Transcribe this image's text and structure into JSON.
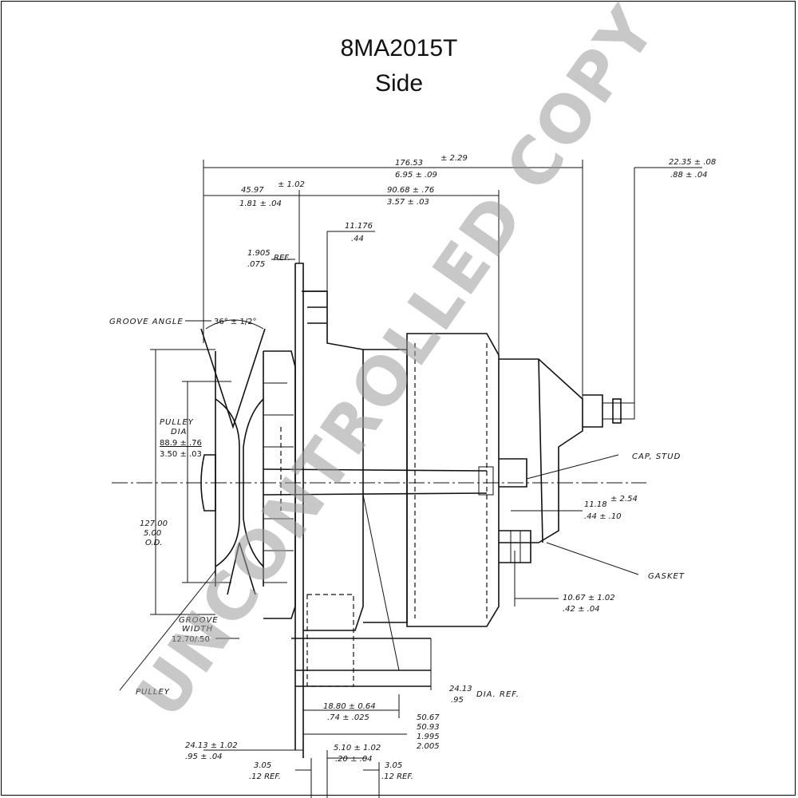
{
  "header": {
    "title": "8MA2015T",
    "subtitle": "Side"
  },
  "watermark": {
    "text": "UNCONTROLLED COPY",
    "color": "#9a9a9a"
  },
  "labels": {
    "groove_angle": "GROOVE ANGLE",
    "groove_angle_value": "36° ± 1/2°",
    "pulley_dia_1": "PULLEY",
    "pulley_dia_2": "DIA",
    "pulley_dia_mm": "88.9 ± .76",
    "pulley_dia_in": "3.50 ± .03",
    "od_mm": "127.00",
    "od_in": "5.00",
    "od_label": "O.D.",
    "groove_width_1": "GROOVE",
    "groove_width_2": "WIDTH",
    "groove_width_value": "12.70/.50",
    "pulley": "PULLEY",
    "cap_stud": "CAP, STUD",
    "gasket": "GASKET",
    "dia_ref": "DIA. REF."
  },
  "dimensions": {
    "overall_top": "176.53",
    "overall_top_tol": "± 2.29",
    "overall_bottom": "6.95 ± .09",
    "d45_top": "45.97",
    "d45_tol": "± 1.02",
    "d45_bottom": "1.81 ± .04",
    "d90_top": "90.68 ± .76",
    "d90_bottom": "3.57 ± .03",
    "d11_top": "11.176",
    "d11_bottom": ".44",
    "d1905_top": "1.905",
    "d1905_ref": "REF.",
    "d1905_bottom": ".075",
    "d2235_top": "22.35 ± .08",
    "d2235_bottom": ".88 ± .04",
    "d1118_top": "11.18",
    "d1118_tol": "± 2.54",
    "d1118_bottom": ".44 ± .10",
    "d1067_top": "10.67 ± 1.02",
    "d1067_bottom": ".42 ± .04",
    "d2413_top": "24.13",
    "d2413_bottom": ".95",
    "d1880_top": "18.80 ± 0.64",
    "d1880_bottom": ".74 ± .025",
    "d2413b_top": "24.13 ± 1.02",
    "d2413b_bottom": ".95 ± .04",
    "d5067": "50.67",
    "d5093": "50.93",
    "d1995": "1.995",
    "d2005": "2.005",
    "d510_top": "5.10 ± 1.02",
    "d510_bottom": ".20 ± .04",
    "d305a_top": "3.05",
    "d305a_bottom": ".12 REF.",
    "d305b_top": "3.05",
    "d305b_bottom": ".12 REF."
  }
}
